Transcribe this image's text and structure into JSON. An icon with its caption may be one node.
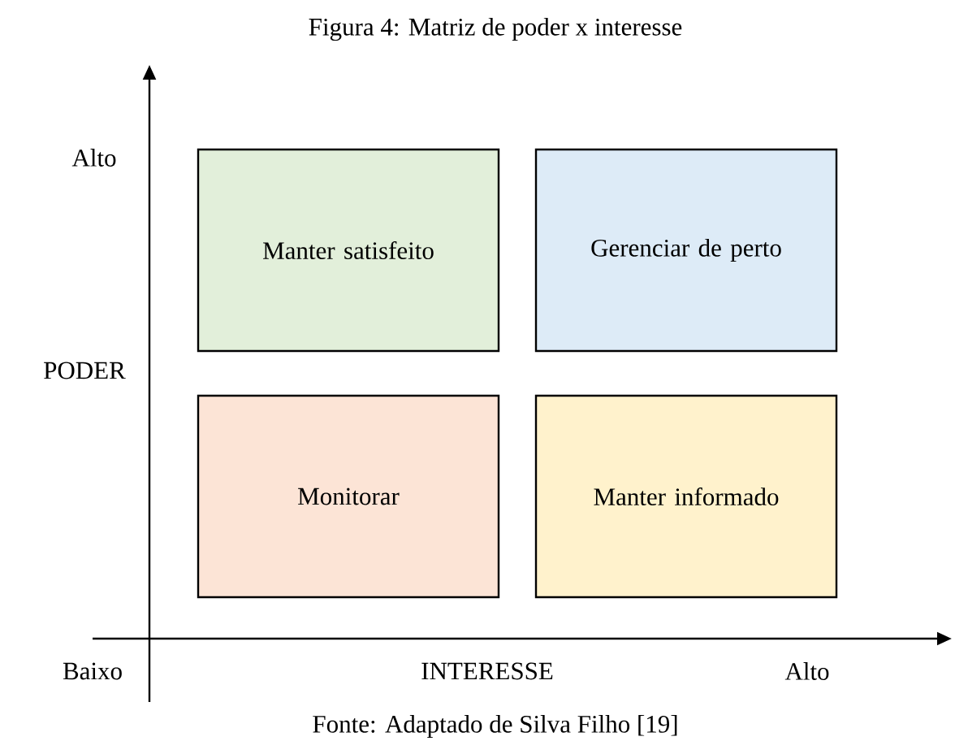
{
  "diagram": {
    "title": "Figura 4: Matriz de poder x interesse",
    "caption": "Fonte: Adaptado de Silva Filho [19]",
    "nodes": [
      {
        "text": [
          "Manter satisfeito"
        ]
      },
      {
        "text": [
          "Gerenciar de perto"
        ]
      },
      {
        "text": [
          "Monitorar"
        ]
      },
      {
        "text": [
          "Manter informado"
        ]
      }
    ],
    "labels": [
      "Alto",
      "PODER",
      "Baixo",
      "INTERESSE",
      "Alto"
    ]
  }
}
